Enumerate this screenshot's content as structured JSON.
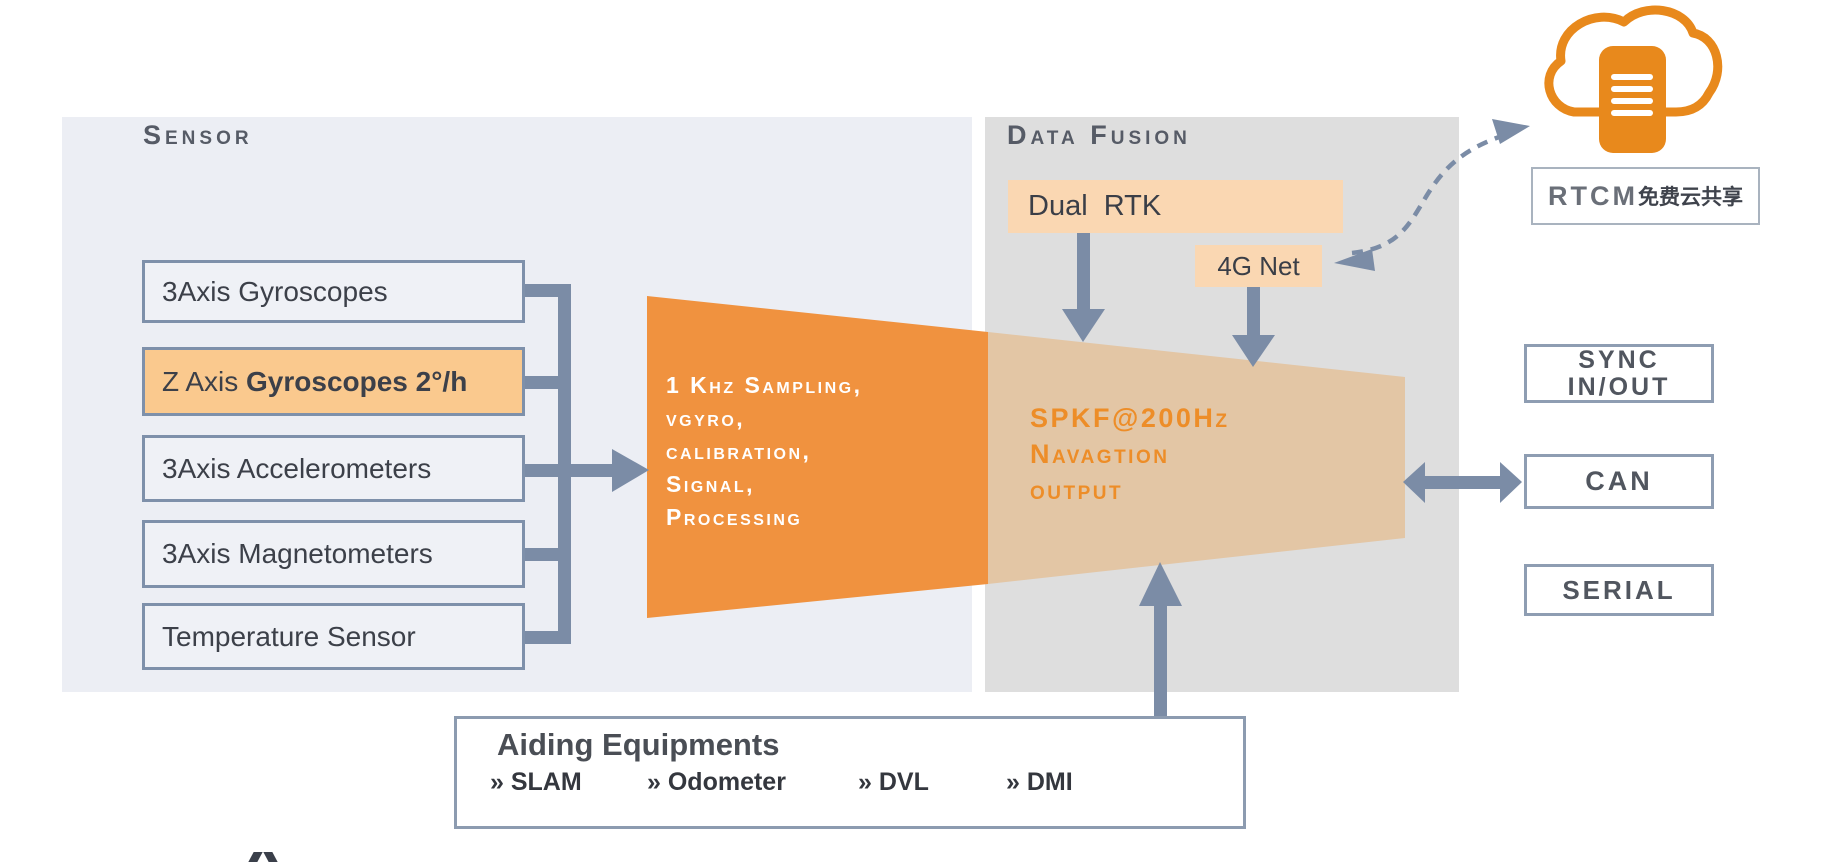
{
  "colors": {
    "sensor_panel_bg": "#ECEEF4",
    "fusion_panel_bg": "#DEDEDE",
    "funnel_orange": "#F0923F",
    "funnel_tan": "#E3C6A5",
    "arrow_slate": "#7B8CA6",
    "box_border_slate": "#7E90AA",
    "peach_highlight": "#FAD7B2",
    "zaxis_highlight": "#FAC98E",
    "cloud_orange": "#E8891C",
    "orange_text": "#ED8D28",
    "dark_text": "#3C4049",
    "header_gray": "#565B66"
  },
  "sensor": {
    "title": "Sensor",
    "boxes": [
      {
        "t1": "3Axis Gyroscopes",
        "t2": ""
      },
      {
        "t1": "Z Axis ",
        "t2": "Gyroscopes 2°/h"
      },
      {
        "t1": "3Axis Accelerometers",
        "t2": ""
      },
      {
        "t1": "3Axis Magnetometers",
        "t2": ""
      },
      {
        "t1": "Temperature Sensor",
        "t2": ""
      }
    ]
  },
  "processing": {
    "lines": [
      "1 Khz Sampling,",
      "vgyro,",
      "calibration,",
      "Signal,",
      "Processing"
    ]
  },
  "fusion": {
    "title": "Data Fusion",
    "dual_rtk": "Dual  RTK",
    "g4_net": "4G Net",
    "spkf_lines": [
      "SPKF@200Hz",
      "Navagtion",
      "output"
    ]
  },
  "cloud": {
    "label_en": "RTCM",
    "label_zh": "免费云共享"
  },
  "outputs": {
    "sync_line1": "SYNC",
    "sync_line2": "IN/OUT",
    "can": "CAN",
    "serial": "SERIAL"
  },
  "aiding": {
    "title": "Aiding Equipments",
    "items": [
      "» SLAM",
      "» Odometer",
      "» DVL",
      "» DMI"
    ]
  }
}
